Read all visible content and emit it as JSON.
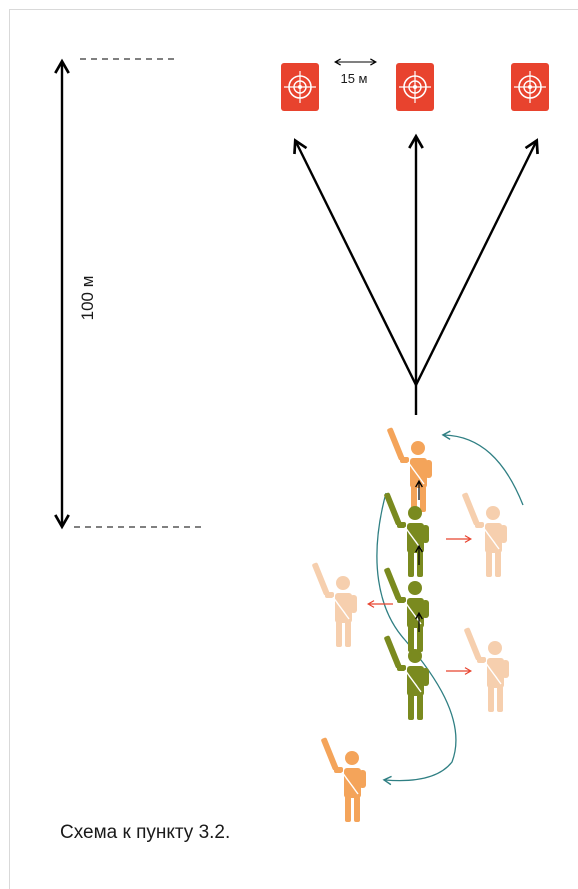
{
  "diagram": {
    "distance_label": "100 м",
    "spacing_label": "15 м",
    "caption": "Схема к пункту 3.2.",
    "colors": {
      "target": "#e8432e",
      "olive": "#7a8a1f",
      "orange": "#f4a45a",
      "light": "#f6cfae",
      "teal": "#2f7f83",
      "red_arrow": "#e8432e",
      "line": "#000000"
    },
    "icons": [
      "target-icon",
      "soldier-icon"
    ]
  }
}
